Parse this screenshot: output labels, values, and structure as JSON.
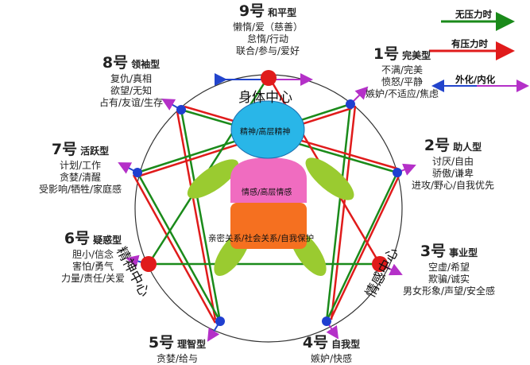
{
  "legend": {
    "no_stress": {
      "label": "无压力时",
      "color": "#1a8a1a"
    },
    "stress": {
      "label": "有压力时",
      "color": "#e01b1b"
    },
    "ext_int": {
      "label": "外化/内化",
      "color_a": "#2244cc",
      "color_b": "#b430c8"
    }
  },
  "types": [
    {
      "id": "t9",
      "num": "9号",
      "name": "和平型",
      "traits": [
        "懒惰/爱（慈善）",
        "怠惰/行动",
        "联合/参与/爱好"
      ]
    },
    {
      "id": "t1",
      "num": "1号",
      "name": "完美型",
      "traits": [
        "不满/完美",
        "愤怒/平静",
        "嫉妒/不适应/焦虑"
      ]
    },
    {
      "id": "t2",
      "num": "2号",
      "name": "助人型",
      "traits": [
        "讨厌/自由",
        "骄傲/谦卑",
        "进攻/野心/自我优先"
      ]
    },
    {
      "id": "t3",
      "num": "3号",
      "name": "事业型",
      "traits": [
        "空虚/希望",
        "欺骗/诚实",
        "男女形象/声望/安全感"
      ]
    },
    {
      "id": "t4",
      "num": "4号",
      "name": "自我型",
      "traits": [
        "嫉妒/快感"
      ]
    },
    {
      "id": "t5",
      "num": "5号",
      "name": "理智型",
      "traits": [
        "贪婪/给与"
      ]
    },
    {
      "id": "t6",
      "num": "6号",
      "name": "疑惑型",
      "traits": [
        "胆小/信念",
        "害怕/勇气",
        "力量/责任/关爱"
      ]
    },
    {
      "id": "t7",
      "num": "7号",
      "name": "活跃型",
      "traits": [
        "计划/工作",
        "贪婪/清醒",
        "受影响/牺牲/家庭感"
      ]
    },
    {
      "id": "t8",
      "num": "8号",
      "name": "领袖型",
      "traits": [
        "复仇/真相",
        "欲望/无知",
        "占有/友谊/生存"
      ]
    }
  ],
  "centers": {
    "body": "身体中心",
    "spirit": "精神中心",
    "emotion": "情感中心"
  },
  "figure": {
    "head": "精神/高层精神",
    "chest": "情感/高层情感",
    "belly": "亲密关系/社会关系/自我保护"
  },
  "colors": {
    "head": "#29b6e8",
    "chest": "#f06cc0",
    "belly": "#f57020",
    "limbs": "#9acb30",
    "center_dot": "#e01b1b",
    "point_dot": "#1f3fd0",
    "stress_line": "#e01b1b",
    "growth_line": "#1a8a1a"
  }
}
